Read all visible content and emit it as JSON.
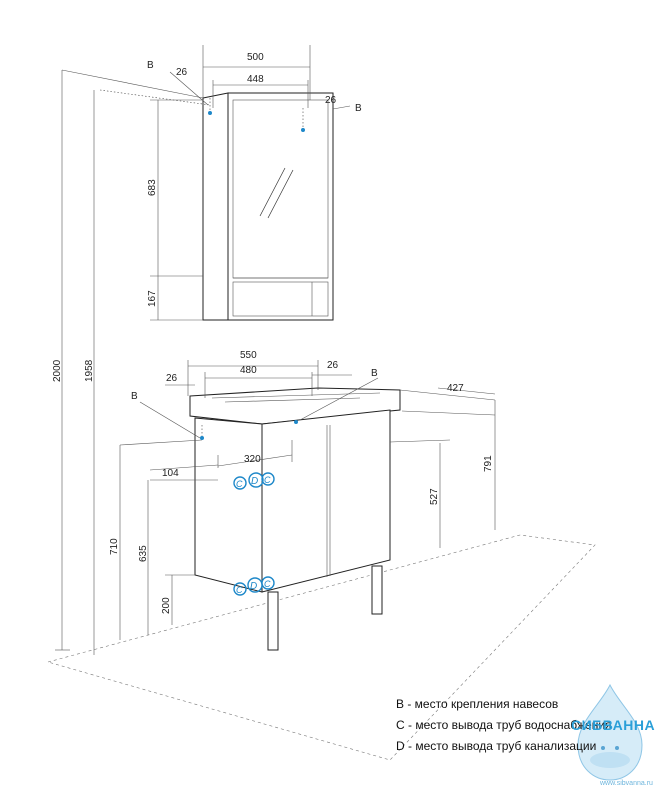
{
  "dimensions": {
    "mirror_width": "500",
    "mirror_inner_width": "448",
    "mirror_left_offset": "26",
    "mirror_right_offset": "26",
    "mirror_upper_height": "683",
    "mirror_shelf_height": "167",
    "total_height": "2000",
    "mirror_mount_height": "1958",
    "vanity_width": "550",
    "vanity_inner_width": "480",
    "vanity_left_offset": "26",
    "vanity_right_offset": "26",
    "vanity_depth": "427",
    "vanity_top_height": "791",
    "vanity_mount_width": "320",
    "water_pipe_offset": "104",
    "vanity_mount_height": "710",
    "water_pipe_height": "635",
    "mount_to_floor": "527",
    "drain_height": "200"
  },
  "markers": {
    "b1": "B",
    "b2": "B",
    "b3": "B",
    "b4": "B",
    "c": "C",
    "d": "D"
  },
  "legend": {
    "b": "B - место крепления навесов",
    "c": "C - место вывода труб водоснабжения",
    "d": "D - место вывода труб канализации"
  },
  "watermark": {
    "brand": "СИБВАННА",
    "url": "www.sibvanna.ru"
  },
  "colors": {
    "line": "#333333",
    "accent": "#2a9fd8",
    "marker_blue": "#1e88c9"
  }
}
